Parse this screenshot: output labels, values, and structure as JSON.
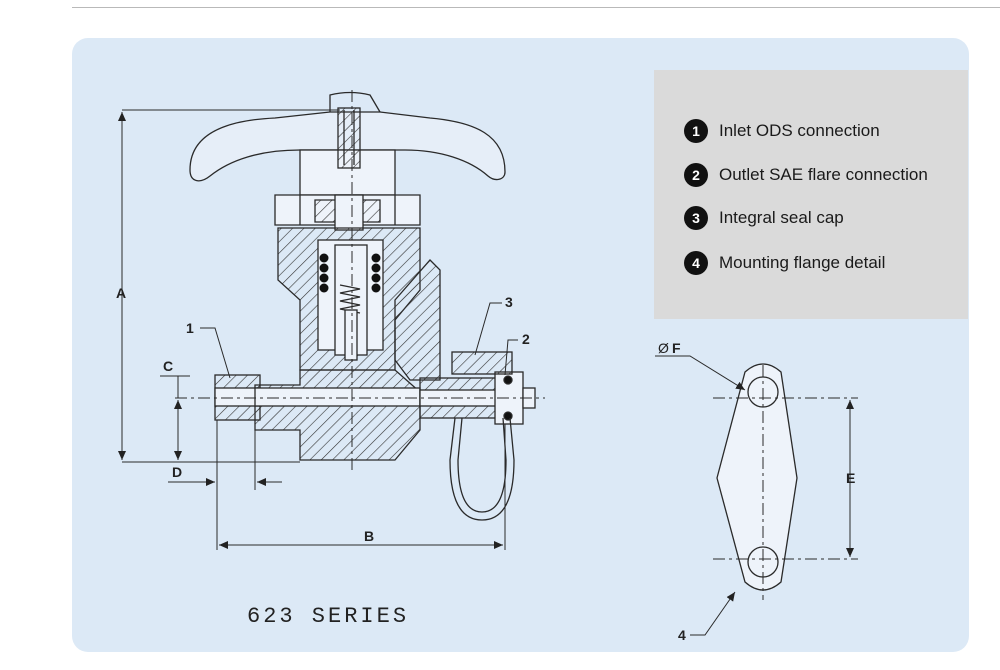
{
  "legend": {
    "items": [
      {
        "number": "1",
        "label": "Inlet ODS connection"
      },
      {
        "number": "2",
        "label": "Outlet SAE flare connection"
      },
      {
        "number": "3",
        "label": "Integral seal cap"
      },
      {
        "number": "4",
        "label": "Mounting flange detail"
      }
    ]
  },
  "drawing": {
    "dimensions": {
      "a": "A",
      "b": "B",
      "c": "C",
      "d": "D",
      "e": "E",
      "f": "F",
      "f_symbol": "Ø"
    },
    "callouts": {
      "c1": "1",
      "c2": "2",
      "c3": "3",
      "c4": "4"
    }
  },
  "series_title": "623 SERIES",
  "colors": {
    "panel": "#dce9f6",
    "legend_box": "#dadada",
    "line": "#2a2a2a",
    "bullet": "#111111"
  }
}
